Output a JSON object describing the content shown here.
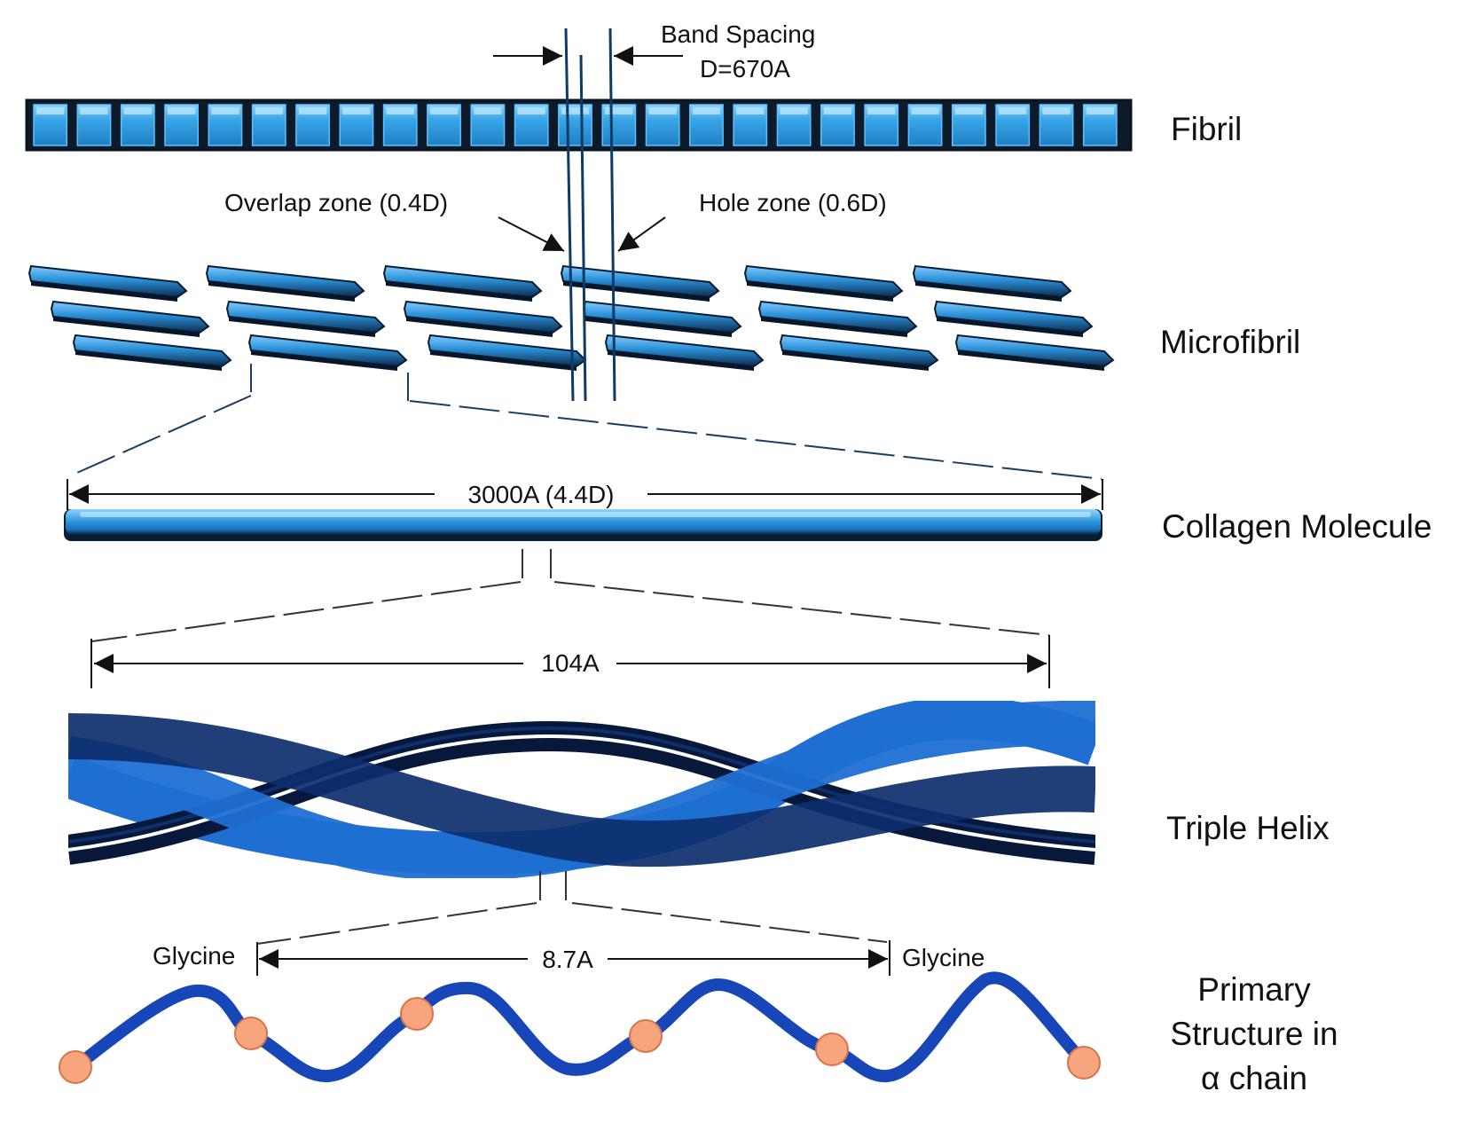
{
  "levels": {
    "fibril": "Fibril",
    "microfibril": "Microfibril",
    "collagen_molecule": "Collagen Molecule",
    "triple_helix": "Triple Helix",
    "primary_line1": "Primary",
    "primary_line2": "Structure in",
    "primary_line3": "α chain"
  },
  "annotations": {
    "band_spacing_line1": "Band Spacing",
    "band_spacing_line2": "D=670A",
    "overlap_zone": "Overlap  zone (0.4D)",
    "hole_zone": "Hole zone (0.6D)",
    "molecule_length": "3000A (4.4D)",
    "helix_pitch": "104A",
    "glycine_spacing": "8.7A",
    "glycine_left": "Glycine",
    "glycine_right": "Glycine"
  },
  "colors": {
    "fibril_block": "#3aa7e8",
    "fibril_band": "#0d1a2a",
    "rod": "#2a8fd6",
    "helix_light": "#1f6fd2",
    "helix_dark": "#0d2f6e",
    "chain": "#1646b8",
    "glycine": "#f6a57e",
    "band_line": "#0d3b66"
  },
  "fibril_segment_count": 25,
  "microfibril_rod_count": 18
}
